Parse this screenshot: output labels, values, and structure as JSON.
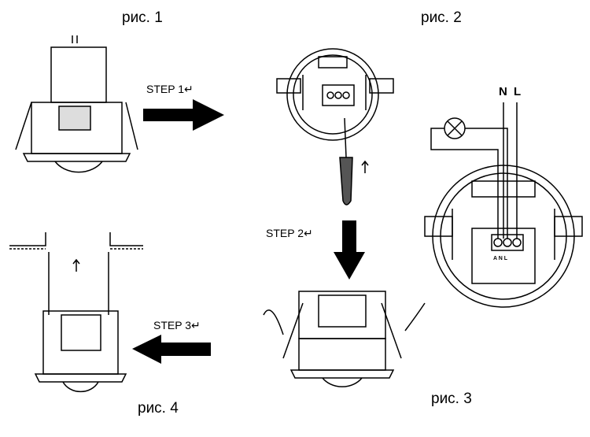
{
  "figures": {
    "fig1": "рис. 1",
    "fig2": "рис. 2",
    "fig3": "рис. 3",
    "fig4": "рис. 4"
  },
  "steps": {
    "step1": "STEP 1↵",
    "step2": "STEP 2↵",
    "step3": "STEP 3↵"
  },
  "wiring": {
    "n": "N",
    "l": "L",
    "terminals": "A N L"
  }
}
